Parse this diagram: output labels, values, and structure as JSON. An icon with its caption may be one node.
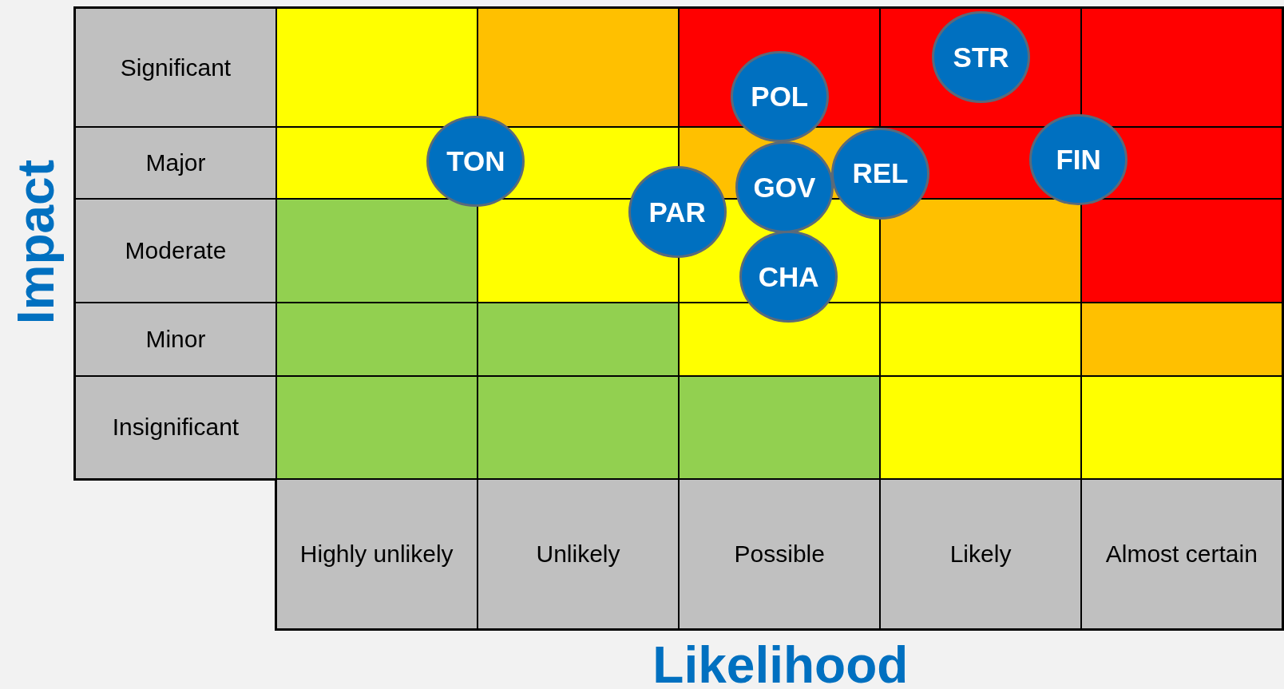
{
  "diagram": {
    "nodes": [
      {
        "text": [
          "STR"
        ]
      },
      {
        "text": [
          "POL"
        ]
      },
      {
        "text": [
          "FIN"
        ]
      },
      {
        "text": [
          "TON"
        ]
      },
      {
        "text": [
          "REL"
        ]
      },
      {
        "text": [
          "GOV"
        ]
      },
      {
        "text": [
          "PAR"
        ]
      },
      {
        "text": [
          "CHA"
        ]
      }
    ],
    "labels": [
      "Impact",
      "Significant",
      "Major",
      "Moderate",
      "Minor",
      "Insignificant",
      "Highly unlikely",
      "Unlikely",
      "Possible",
      "Likely",
      "Almost certain",
      "Likelihood"
    ]
  }
}
